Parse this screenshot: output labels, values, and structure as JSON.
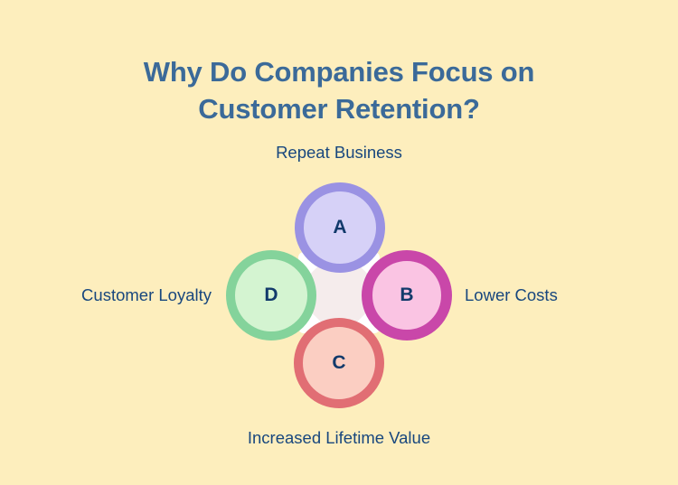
{
  "background_color": "#fdeebd",
  "title": {
    "line1": "Why Do Companies Focus on",
    "line2": "Customer Retention?",
    "color": "#3b6a99"
  },
  "diagram": {
    "type": "petal-cluster",
    "label_color": "#18477e",
    "letter_color": "#123a6b",
    "center_color": "#f5ecec",
    "nodes": [
      {
        "id": "a",
        "letter": "A",
        "label": "Repeat Business",
        "label_position": "top",
        "fill_color": "#d6d1f7",
        "ring_color": "#9a92e3"
      },
      {
        "id": "b",
        "letter": "B",
        "label": "Lower Costs",
        "label_position": "right",
        "fill_color": "#fac4e3",
        "ring_color": "#c947a9"
      },
      {
        "id": "c",
        "letter": "C",
        "label": "Increased Lifetime Value",
        "label_position": "bottom",
        "fill_color": "#fbcec2",
        "ring_color": "#e16e74"
      },
      {
        "id": "d",
        "letter": "D",
        "label": "Customer Loyalty",
        "label_position": "left",
        "fill_color": "#d4f4d1",
        "ring_color": "#84d39b"
      }
    ]
  }
}
